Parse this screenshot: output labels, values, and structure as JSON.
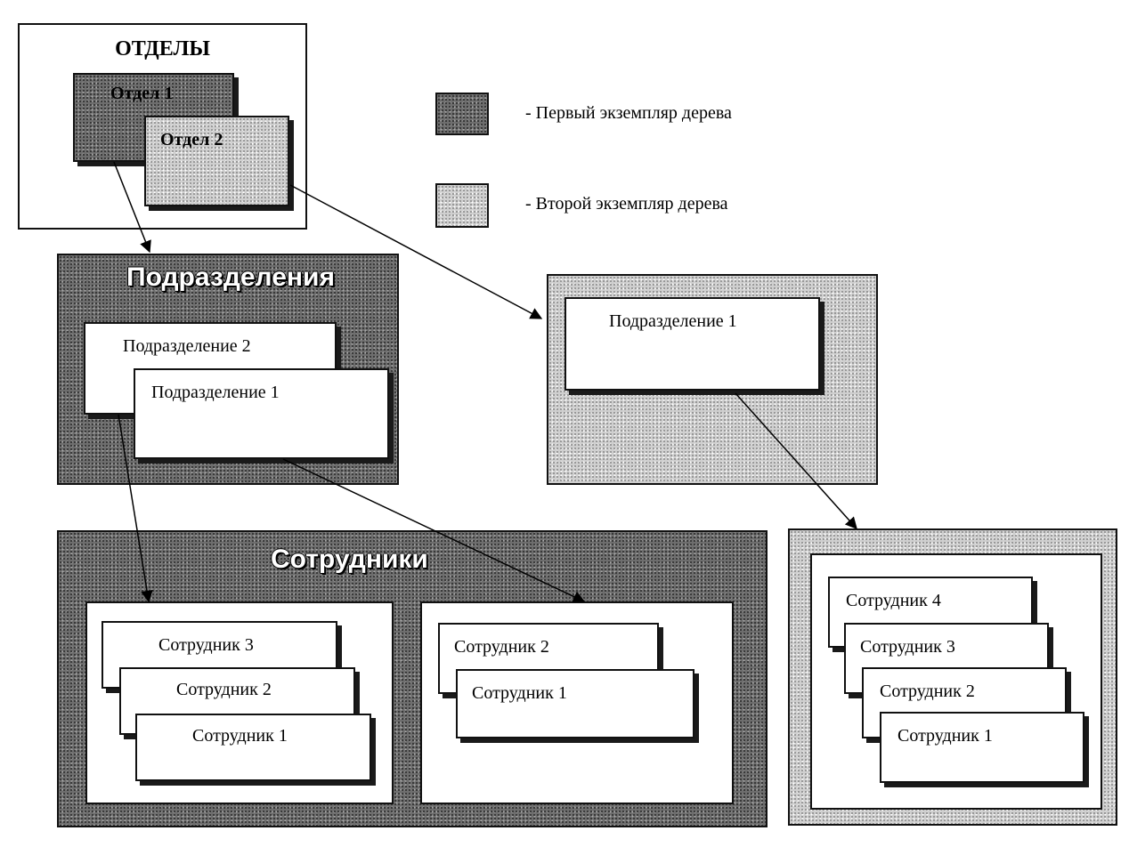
{
  "otdely": {
    "title": "ОТДЕЛЫ",
    "otdel1": "Отдел 1",
    "otdel2": "Отдел 2"
  },
  "legend": {
    "first": "- Первый экземпляр дерева",
    "second": "- Второй экземпляр дерева"
  },
  "podrazdeleniya": {
    "title": "Подразделения",
    "item2": "Подразделение  2",
    "item1": "Подразделение 1"
  },
  "tree2_podrazdelenie": {
    "item1": "Подразделение 1"
  },
  "sotrudniki": {
    "title": "Сотрудники",
    "left": [
      "Сотрудник 3",
      "Сотрудник 2",
      "Сотрудник 1"
    ],
    "middle": [
      "Сотрудник 2",
      "Сотрудник 1"
    ]
  },
  "tree2_sotrudniki": {
    "items": [
      "Сотрудник 4",
      "Сотрудник 3",
      "Сотрудник 2",
      "Сотрудник 1"
    ]
  }
}
